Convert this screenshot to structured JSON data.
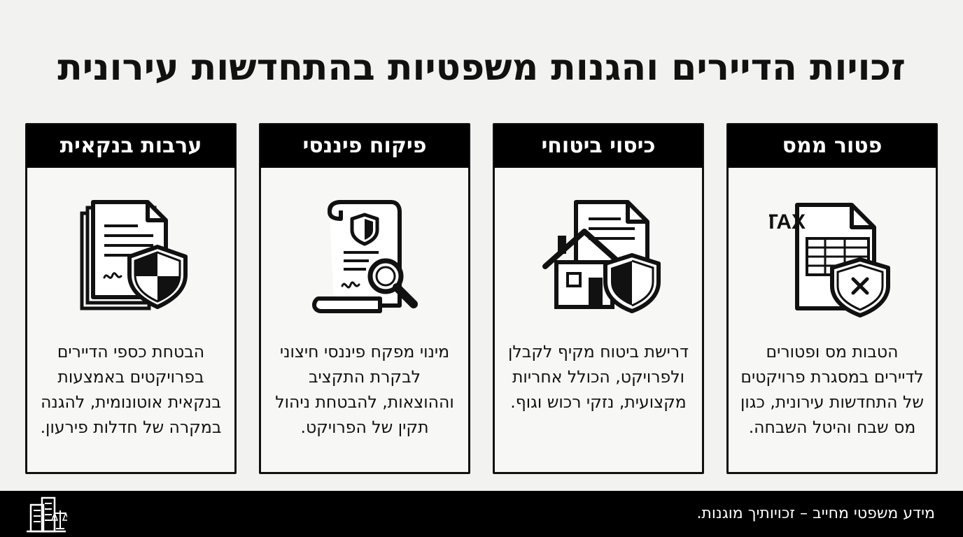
{
  "title": "זכויות הדיירים והגנות משפטיות בהתחדשות עירונית",
  "cards": [
    {
      "heading": "פטור ממס",
      "icon": "tax-document-shield-icon",
      "icon_text": "TAX",
      "body": "הטבות מס ופטורים לדיירים במסגרת פרויקטים של התחדשות עירונית, כגון מס שבח והיטל השבחה."
    },
    {
      "heading": "כיסוי ביטוחי",
      "icon": "house-shield-icon",
      "body": "דרישת ביטוח מקיף לקבלן ולפרויקט, הכולל אחריות מקצועית, נזקי רכוש וגוף."
    },
    {
      "heading": "פיקוח פיננסי",
      "icon": "document-magnifier-icon",
      "body": "מינוי מפקח פיננסי חיצוני לבקרת התקציב וההוצאות, להבטחת ניהול תקין של הפרויקט."
    },
    {
      "heading": "ערבות בנקאית",
      "icon": "documents-shield-icon",
      "body": "הבטחת כספי הדיירים בפרויקטים באמצעות בנקאית אוטונומית, להגנה במקרה של חדלות פירעון."
    }
  ],
  "footer": {
    "text": "מידע משפטי מחייב – זכויותיך מוגנות.",
    "logo": "building-scales-logo-icon"
  },
  "colors": {
    "background": "#f2f2f0",
    "header": "#000000",
    "text": "#111111"
  }
}
